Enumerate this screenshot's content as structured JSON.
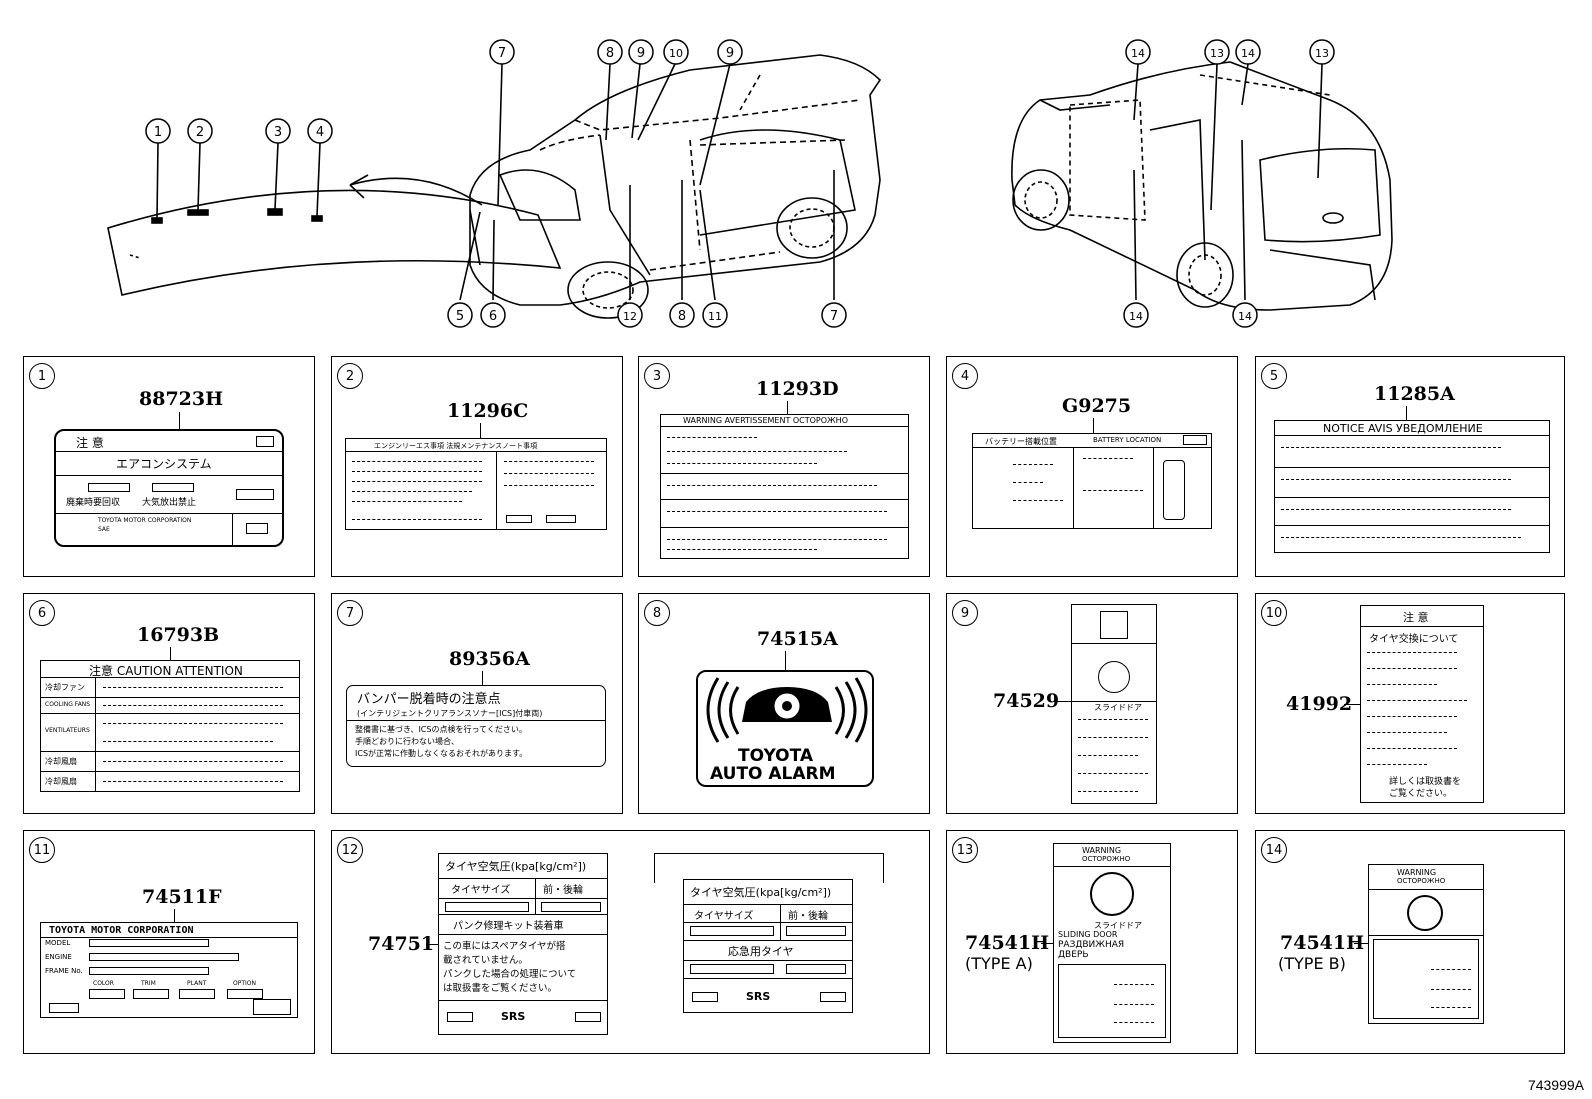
{
  "callouts_top": [
    "1",
    "2",
    "3",
    "4",
    "5",
    "6",
    "7",
    "8",
    "9",
    "10",
    "11",
    "12",
    "13",
    "14"
  ],
  "panels": [
    {
      "num": "1",
      "part": "88723H",
      "lines": [
        "注 意",
        "エアコンシステム",
        "廃棄時要回収",
        "大気放出禁止",
        "TOYOTA MOTOR CORPORATION",
        "SAE"
      ]
    },
    {
      "num": "2",
      "part": "11296C",
      "lines": [
        "エンジンリーエス事項 法規メンテナンスノート事項"
      ]
    },
    {
      "num": "3",
      "part": "11293D",
      "lines": [
        "WARNING AVERTISSEMENT ОСТОРОЖНО"
      ]
    },
    {
      "num": "4",
      "part": "G9275",
      "lines": [
        "バッテリー搭載位置",
        "BATTERY LOCATION"
      ]
    },
    {
      "num": "5",
      "part": "11285A",
      "lines": [
        "NOTICE AVIS УВЕДОМЛЕНИЕ"
      ]
    },
    {
      "num": "6",
      "part": "16793B",
      "lines": [
        "注意 CAUTION ATTENTION",
        "冷却ファン",
        "COOLING FANS",
        "VENTILATEURS",
        "冷却風扇",
        "冷却風扇"
      ]
    },
    {
      "num": "7",
      "part": "89356A",
      "lines": [
        "バンパー脱着時の注意点",
        "(インテリジェントクリアランスソナー[ICS]付車両)",
        "整備書に基づき、ICSの点検を行ってください。",
        "手順どおりに行わない場合、",
        "ICSが正常に作動しなくなるおそれがあります。"
      ]
    },
    {
      "num": "8",
      "part": "74515A",
      "lines": [
        "TOYOTA",
        "AUTO ALARM"
      ]
    },
    {
      "num": "9",
      "part": "74529",
      "lines": [
        "スライドドア"
      ]
    },
    {
      "num": "10",
      "part": "41992",
      "lines": [
        "注 意",
        "タイヤ交換について",
        "詳しくは取扱書を",
        "ご覧ください。"
      ]
    },
    {
      "num": "11",
      "part": "74511F",
      "lines": [
        "TOYOTA MOTOR CORPORATION",
        "MODEL",
        "ENGINE",
        "FRAME No.",
        "COLOR",
        "TRIM",
        "PLANT",
        "OPTION"
      ]
    },
    {
      "num": "12",
      "part": "74751",
      "lines": [
        "タイヤ空気圧(kpa[kg/cm²])",
        "タイヤサイズ",
        "前・後輪",
        "パンク修理キット装着車",
        "この車にはスペアタイヤが搭",
        "載されていません。",
        "パンクした場合の処理について",
        "は取扱書をご覧ください。",
        "SRS",
        "タイヤ空気圧(kpa[kg/cm²])",
        "タイヤサイズ",
        "前・後輪",
        "応急用タイヤ",
        "SRS"
      ]
    },
    {
      "num": "13",
      "part": "74541H",
      "note": "(TYPE A)",
      "lines": [
        "WARNING",
        "ОСТОРОЖНО",
        "スライドドア",
        "SLIDING DOOR",
        "РАЗДВИЖНАЯ",
        "ДВЕРЬ"
      ]
    },
    {
      "num": "14",
      "part": "74541H",
      "note": "(TYPE B)",
      "lines": [
        "WARNING",
        "ОСТОРОЖНО"
      ]
    }
  ],
  "drawing_number": "743999A"
}
